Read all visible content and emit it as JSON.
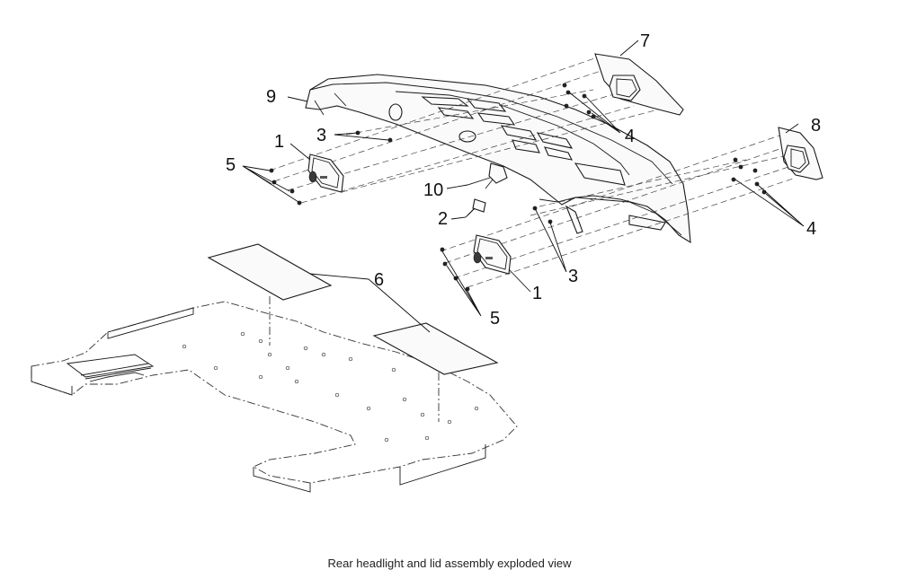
{
  "callouts": {
    "c1a": "1",
    "c1b": "1",
    "c2": "2",
    "c3a": "3",
    "c3b": "3",
    "c4a": "4",
    "c4b": "4",
    "c5a": "5",
    "c5b": "5",
    "c6": "6",
    "c7": "7",
    "c8": "8",
    "c9": "9",
    "c10": "10"
  },
  "caption": "Rear headlight and lid assembly exploded view"
}
